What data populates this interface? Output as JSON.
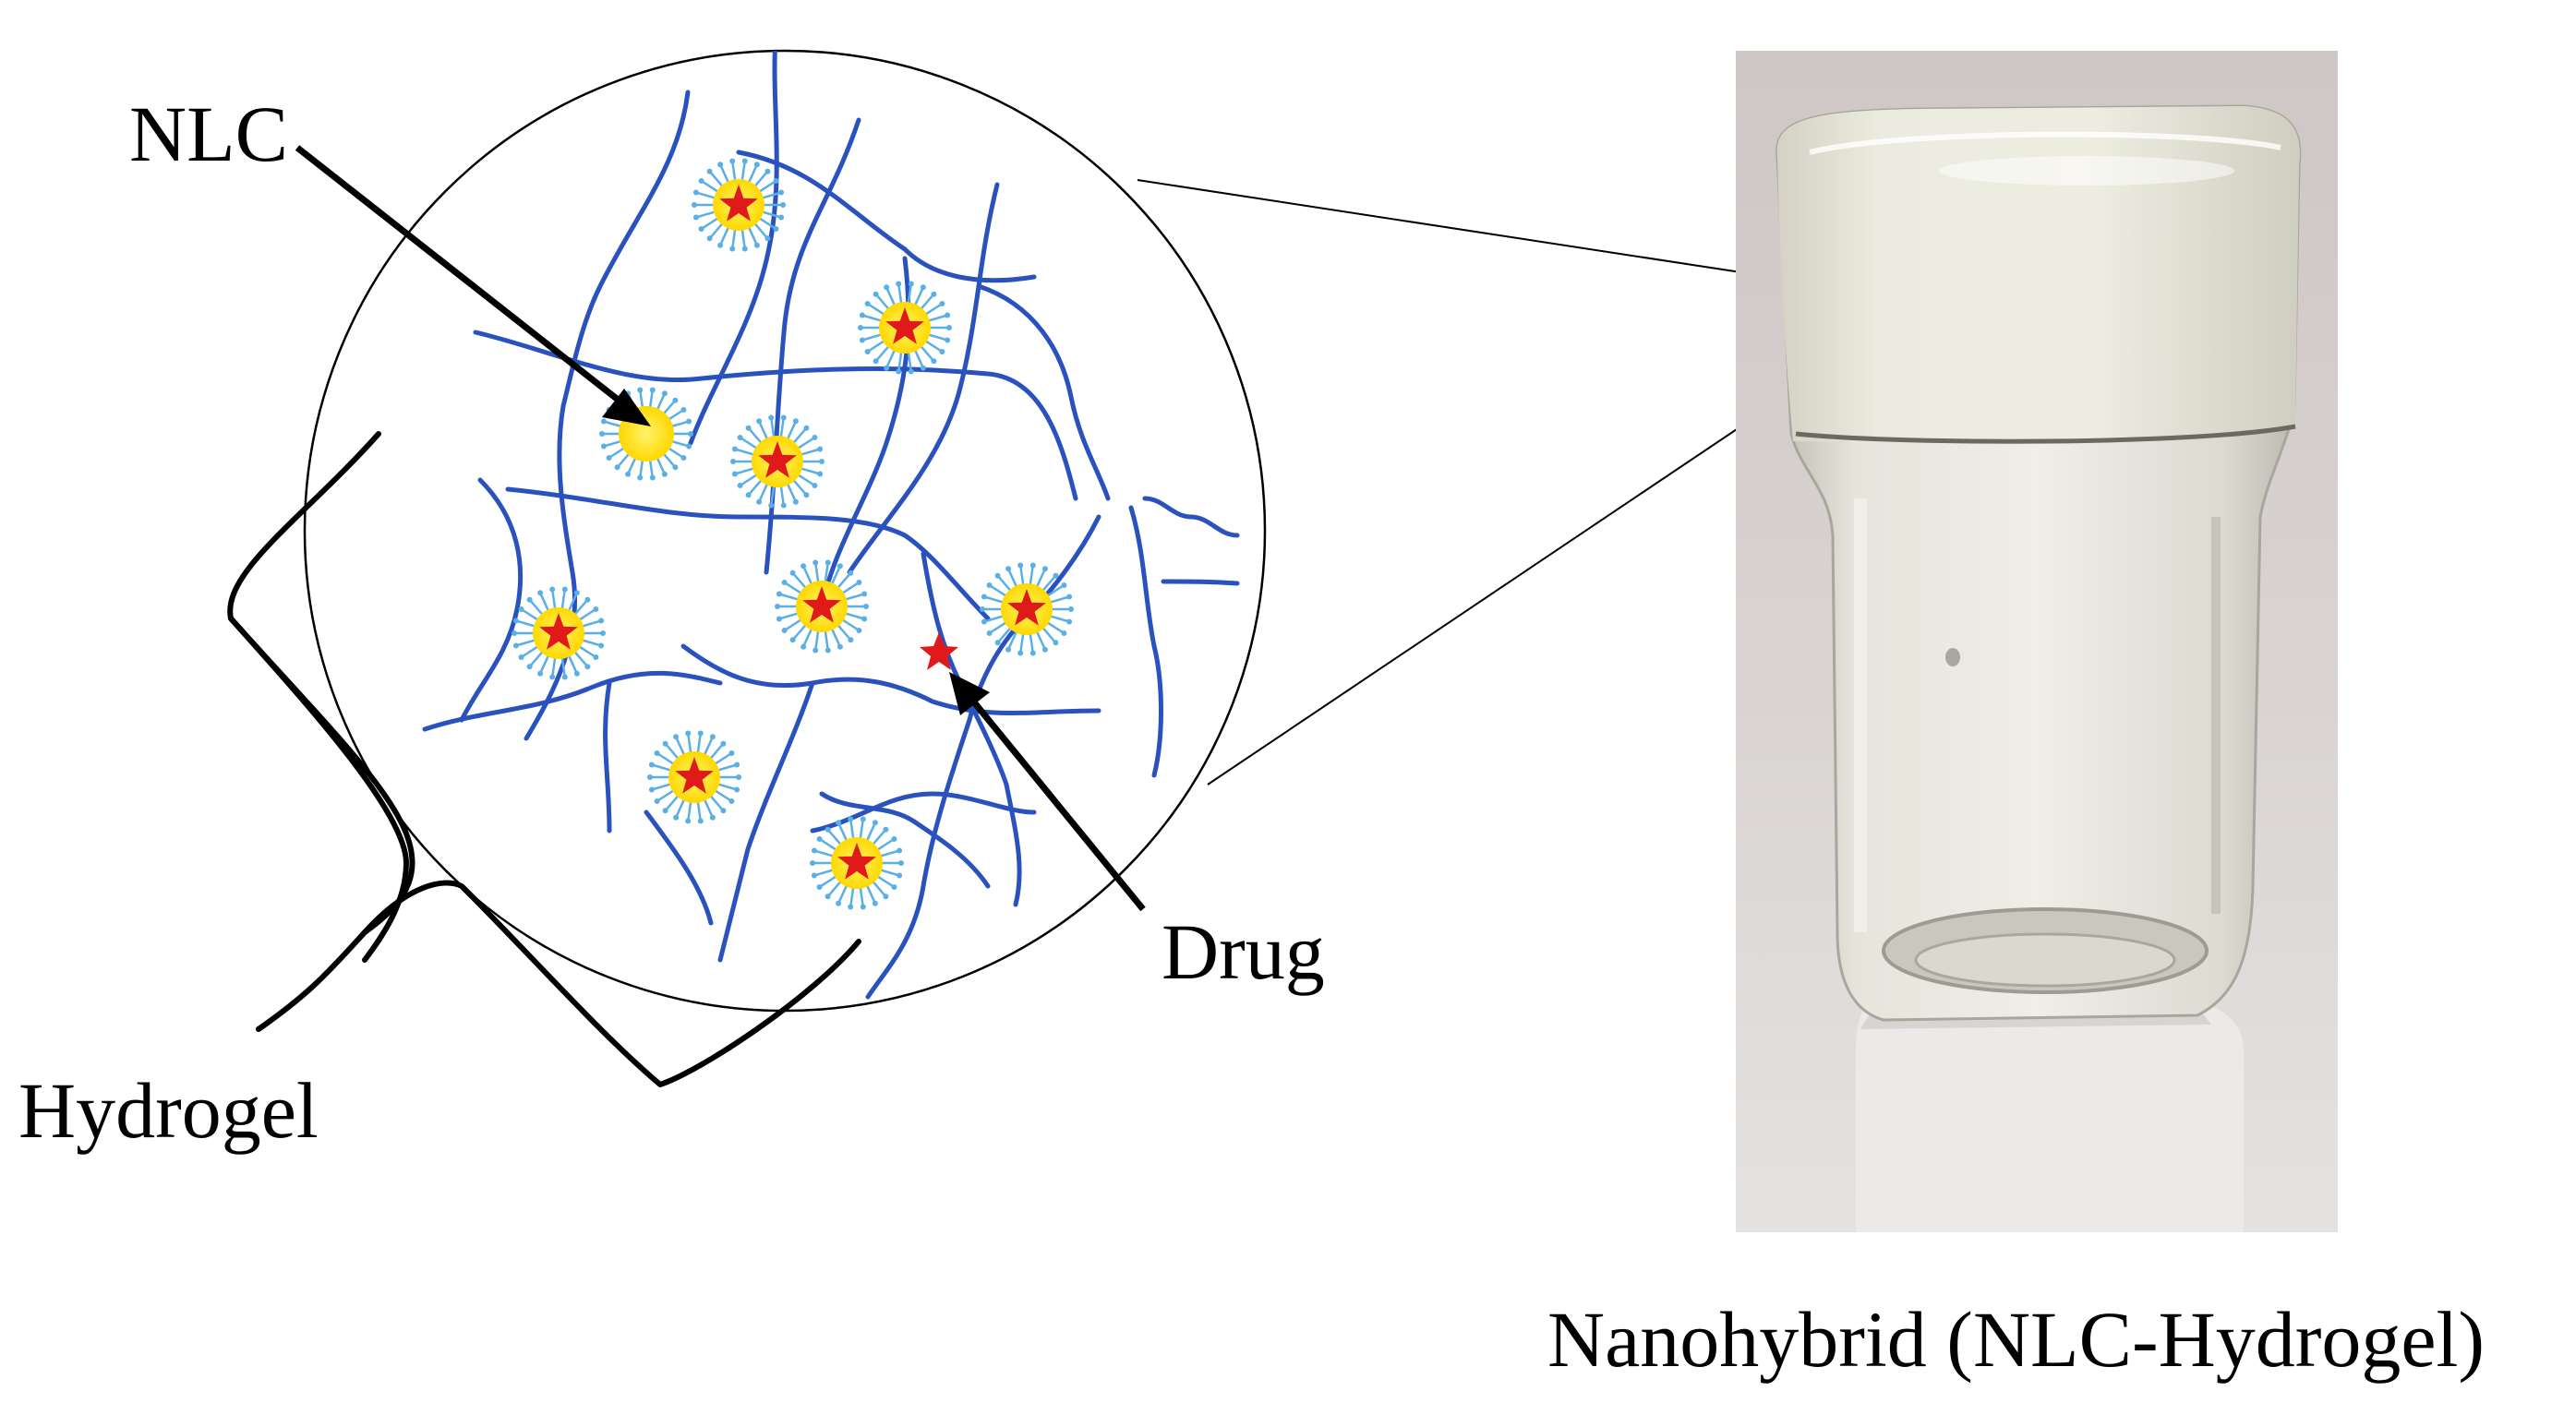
{
  "labels": {
    "nlc": "NLC",
    "drug": "Drug",
    "hydrogel": "Hydrogel",
    "caption": "Nanohybrid (NLC-Hydrogel)"
  },
  "colors": {
    "network": "#2a52be",
    "lipid_core": "#ffe800",
    "drug_star": "#e01a1a",
    "surfactant_tail": "#5ab0e6",
    "vial_gel": "#e9e8dc",
    "vial_cap": "#ecebea",
    "photo_background": "#d6d1d0"
  }
}
